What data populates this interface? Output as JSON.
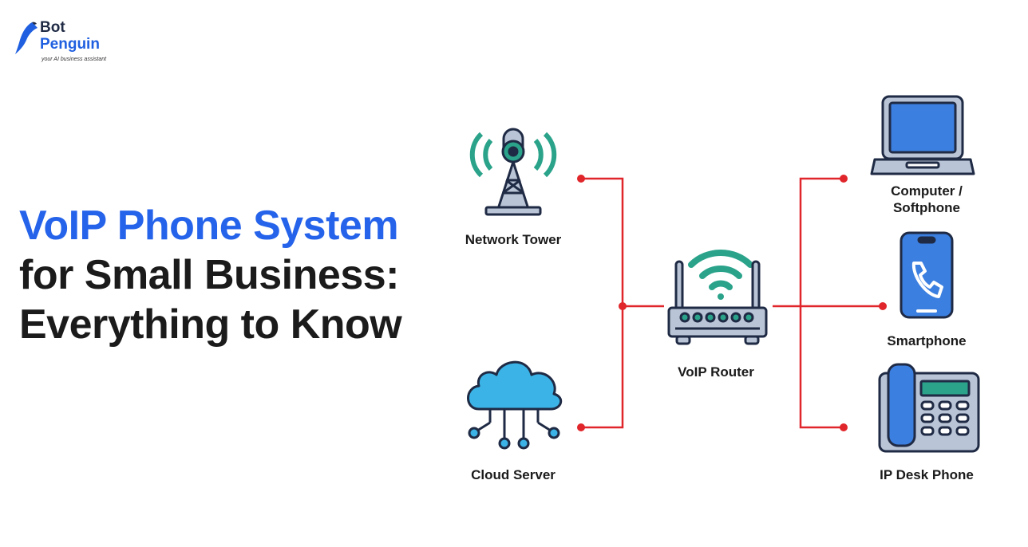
{
  "brand": {
    "name_line1": "Bot",
    "name_line2": "Penguin",
    "tagline": "your AI business assistant",
    "colors": {
      "blue": "#2563eb",
      "dark": "#1b1b1b",
      "line": "#e0262b"
    }
  },
  "title": {
    "line1": "VoIP Phone System",
    "line2": "for Small Business:",
    "line3": "Everything to Know"
  },
  "nodes": {
    "network_tower": "Network Tower",
    "cloud_server": "Cloud Server",
    "voip_router": "VoIP Router",
    "computer_line1": "Computer /",
    "computer_line2": "Softphone",
    "smartphone": "Smartphone",
    "ip_desk_phone": "IP Desk Phone"
  },
  "icons": [
    "penguin-logo-icon",
    "network-tower-icon",
    "cloud-server-icon",
    "router-icon",
    "laptop-icon",
    "smartphone-icon",
    "desk-phone-icon"
  ]
}
